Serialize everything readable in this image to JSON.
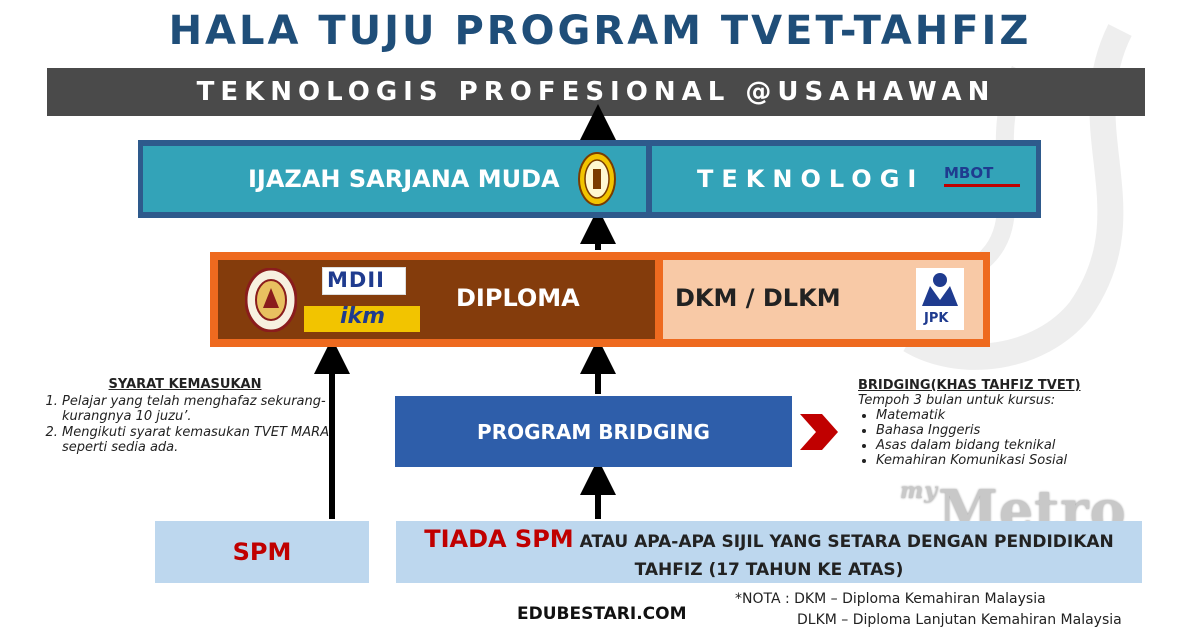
{
  "title": "HALA TUJU PROGRAM TVET-TAHFIZ",
  "top_bar": "TEKNOLOGIS PROFESIONAL @USAHAWAN",
  "level_degree": {
    "left_label": "IJAZAH SARJANA MUDA",
    "right_label": "TEKNOLOGI",
    "right_logo_text": "MBOT"
  },
  "level_diploma": {
    "left_label": "DIPLOMA",
    "logo_mdii": "MDII",
    "logo_ikm": "ikm",
    "right_label": "DKM / DLKM",
    "right_logo_text": "JPK"
  },
  "syarat": {
    "heading": "SYARAT KEMASUKAN",
    "items": [
      "Pelajar yang telah menghafaz sekurang-kurangnya 10 juzu’.",
      "Mengikuti syarat kemasukan TVET MARA seperti sedia ada."
    ]
  },
  "bridging_box": "PROGRAM BRIDGING",
  "bridging_info": {
    "heading": "BRIDGING(KHAS TAHFIZ TVET)",
    "intro": "Tempoh 3 bulan untuk kursus:",
    "items": [
      "Matematik",
      "Bahasa Inggeris",
      "Asas dalam bidang teknikal",
      "Kemahiran Komunikasi Sosial"
    ]
  },
  "spm_box": "SPM",
  "tiada_box": {
    "red_part": "TIADA SPM",
    "rest": "ATAU APA-APA SIJIL YANG SETARA DENGAN PENDIDIKAN TAHFIZ (17 TAHUN KE ATAS)"
  },
  "footer_source": "EDUBESTARI.COM",
  "nota": {
    "line1": "*NOTA : DKM – Diploma Kemahiran Malaysia",
    "line2": "DLKM – Diploma Lanjutan Kemahiran Malaysia"
  },
  "watermark": {
    "my": "my",
    "brand": "Metro"
  },
  "colors": {
    "title": "#1f4e79",
    "top_bar": "#4a4a4a",
    "teal": "#33a3b8",
    "orange": "#ee6a1f",
    "brown": "#843c0c",
    "peach": "#f8c9a6",
    "bridging": "#2e5eaa",
    "light_blue": "#bdd7ee",
    "red": "#c00000"
  }
}
